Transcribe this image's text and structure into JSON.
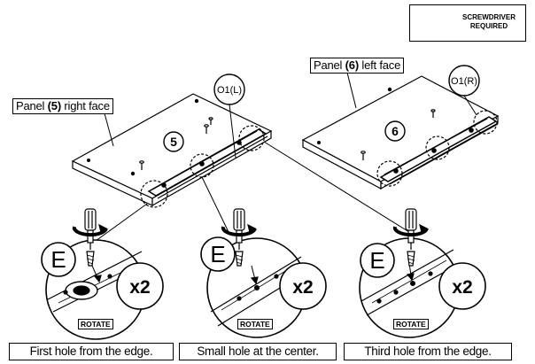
{
  "tool_notice": {
    "line1": "SCREWDRIVER",
    "line2": "REQUIRED",
    "icon": "screwdriver-icon"
  },
  "panel_left": {
    "prefix": "Panel ",
    "number": "(5)",
    "suffix": " right face",
    "part_number": "5",
    "callout": "O1(L)"
  },
  "panel_right": {
    "prefix": "Panel ",
    "number": "(6)",
    "suffix": " left face",
    "part_number": "6",
    "callout": "O1(R)"
  },
  "steps": [
    {
      "screw": "E",
      "qty": "x2",
      "rotate": "ROTATE",
      "caption": "First hole from the edge."
    },
    {
      "screw": "E",
      "qty": "x2",
      "rotate": "ROTATE",
      "caption": "Small hole at the center."
    },
    {
      "screw": "E",
      "qty": "x2",
      "rotate": "ROTATE",
      "caption": "Third hole from the edge."
    }
  ]
}
